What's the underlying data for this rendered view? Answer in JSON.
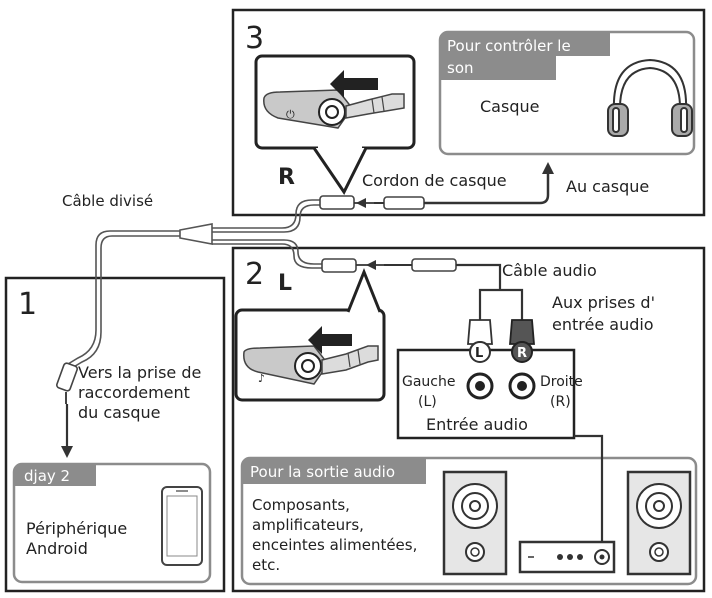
{
  "panels": {
    "p1": {
      "number": "1"
    },
    "p2": {
      "number": "2"
    },
    "p3": {
      "number": "3"
    }
  },
  "labels": {
    "split_cable": "Câble divisé",
    "to_jack_1": "Vers la prise de",
    "to_jack_2": "raccordement",
    "to_jack_3": "du casque",
    "headphone_cord": "Cordon de casque",
    "to_headphones": "Au casque",
    "audio_cable": "Câble audio",
    "inputs_1": "Aux prises d'",
    "inputs_2": "entrée audio",
    "left_gauche": "Gauche",
    "left_l": "(L)",
    "right_droite": "Droite",
    "right_r": "(R)",
    "audio_in": "Entrée audio",
    "R_mark": "R",
    "L_mark": "L",
    "plug_L": "L",
    "plug_R": "R"
  },
  "monitor_box": {
    "tab_line1": "Pour contrôler le",
    "tab_line2": "son",
    "device": "Casque"
  },
  "djay_box": {
    "tab": "djay 2",
    "device_line1": "Périphérique",
    "device_line2": "Android"
  },
  "output_box": {
    "tab": "Pour la sortie audio",
    "line1": "Composants,",
    "line2": "amplificateurs,",
    "line3": "enceintes alimentées,",
    "line4": "etc."
  },
  "colors": {
    "frame": "#222222",
    "tab_bg": "#8c8c8c",
    "box_border": "#8c8c8c",
    "cable": "#444444"
  }
}
